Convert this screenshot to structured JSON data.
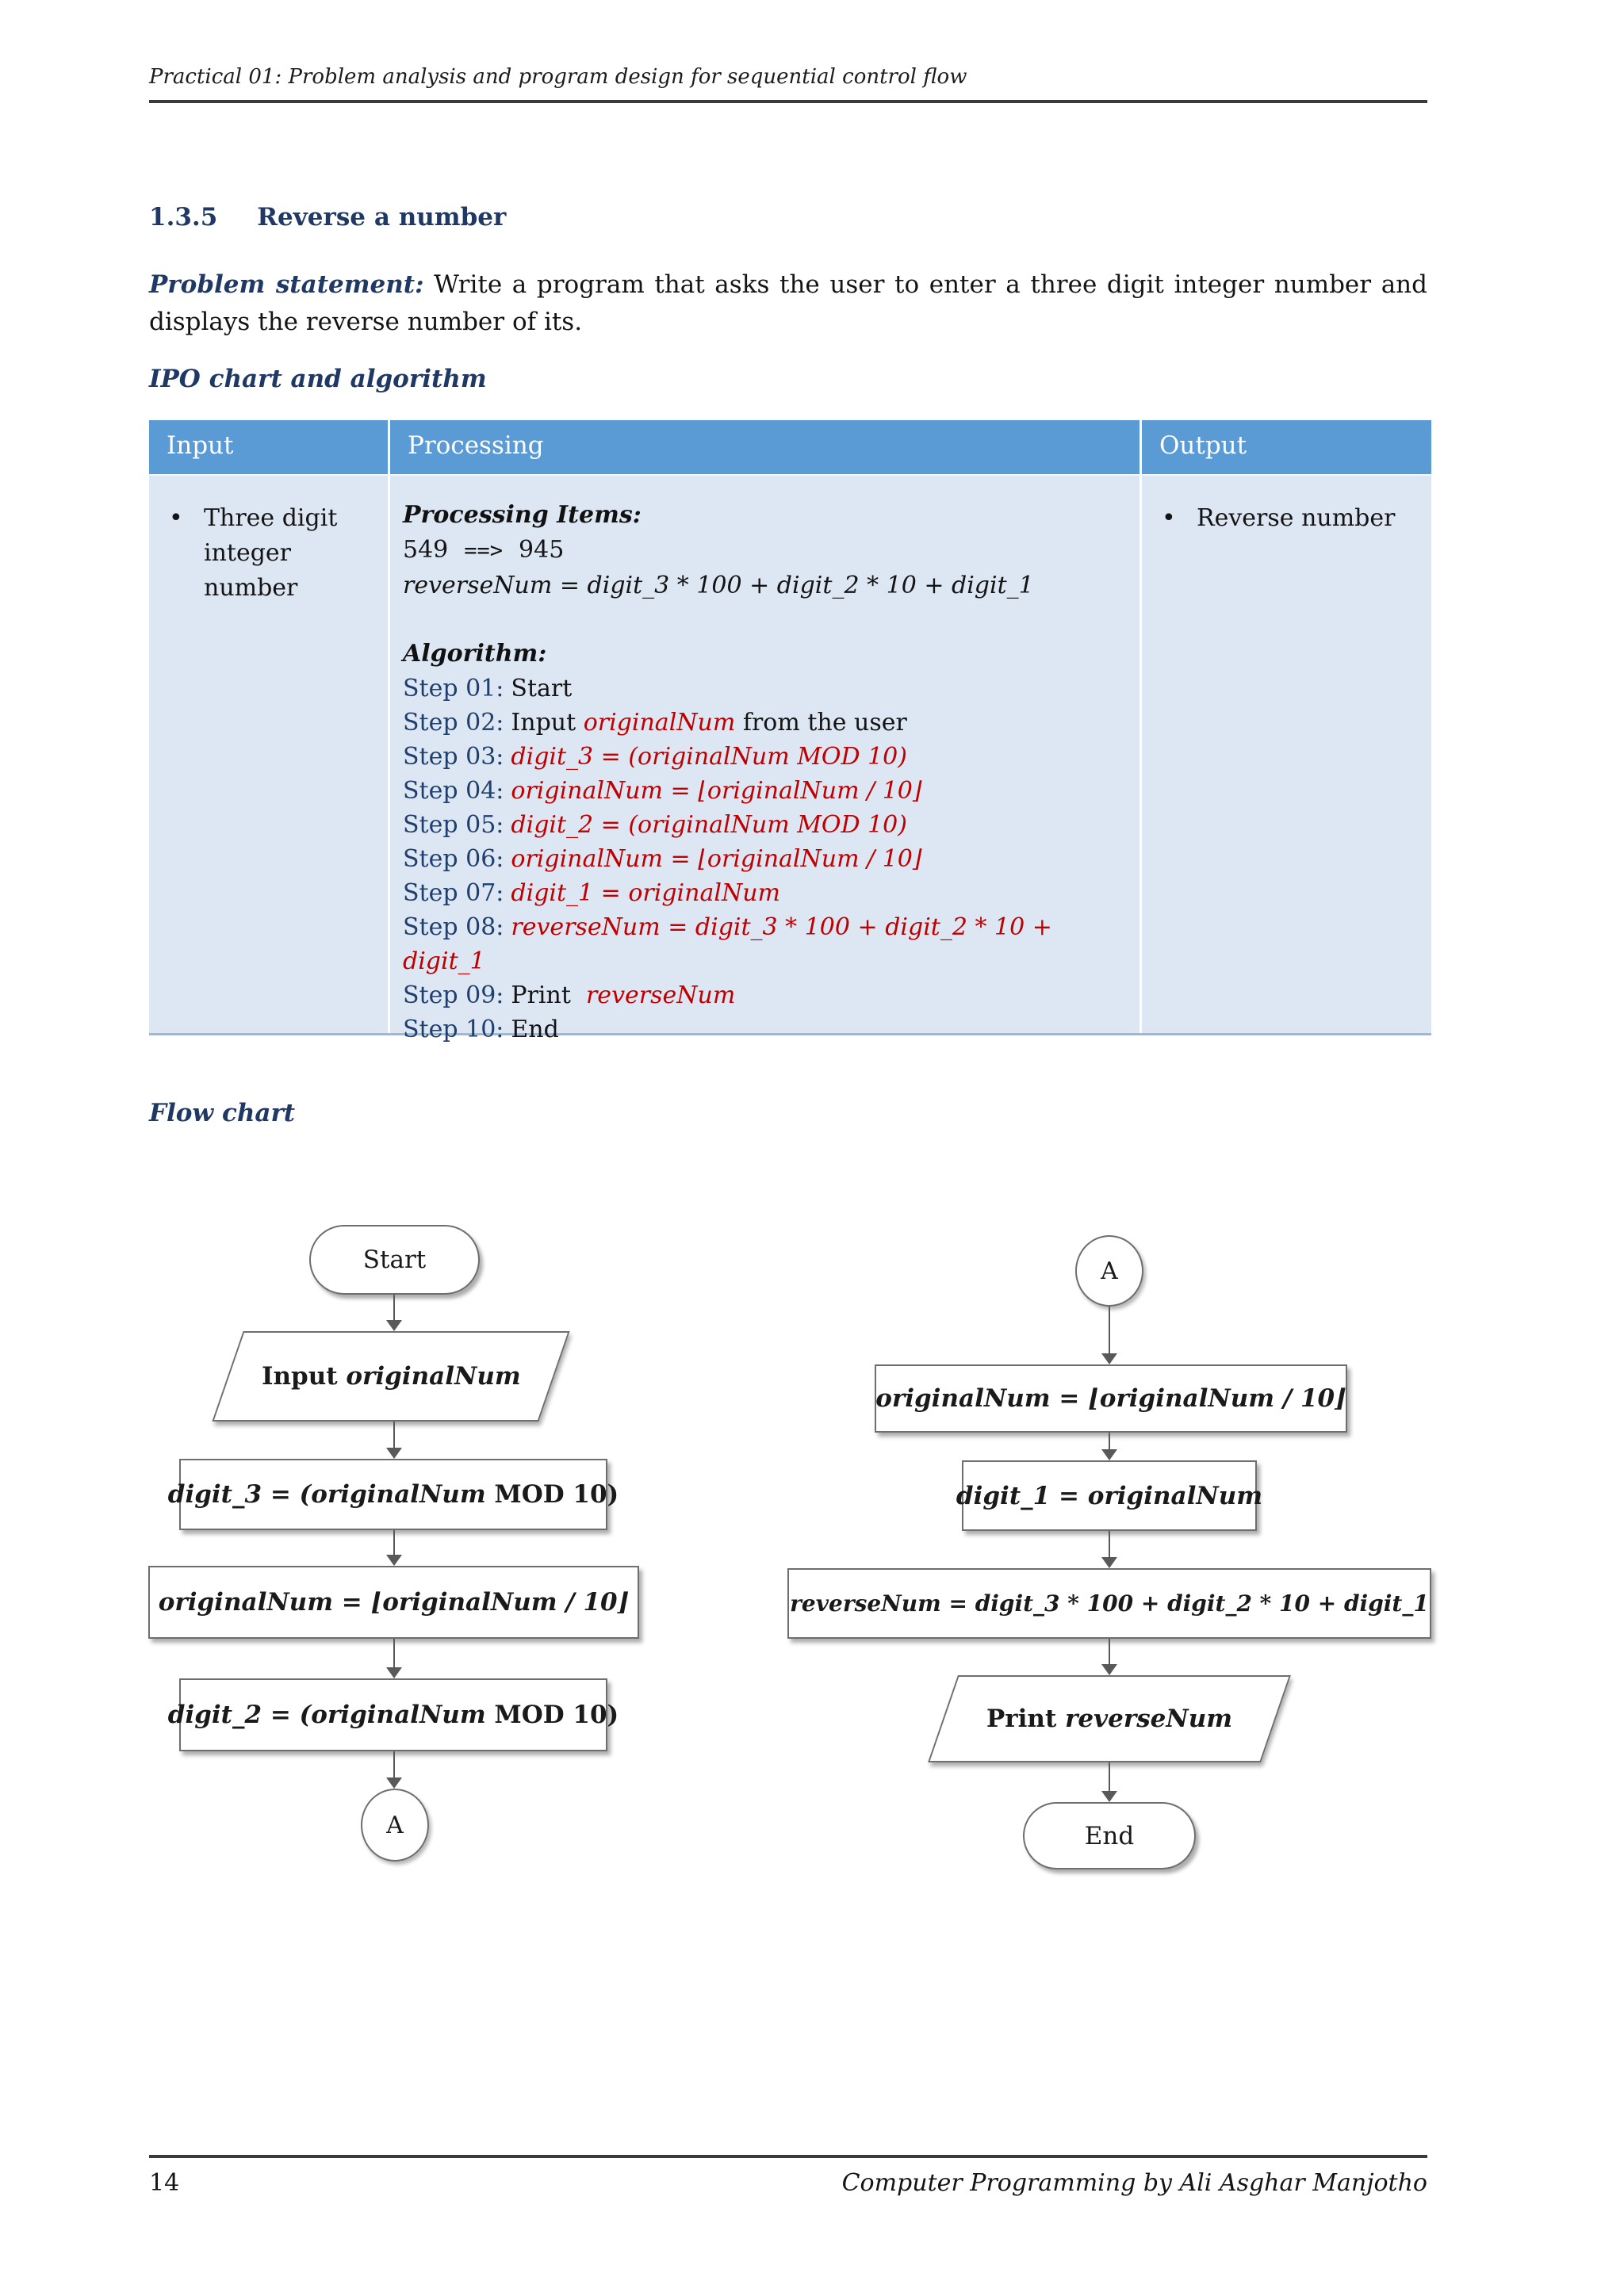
{
  "page": {
    "header_text": "Practical 01: Problem analysis and program design for sequential control flow",
    "footer_page_number": "14",
    "footer_credit": "Computer Programming by Ali Asghar Manjotho"
  },
  "section": {
    "number": "1.3.5",
    "title": "Reverse a number"
  },
  "problem": {
    "label": "Problem statement:",
    "line1_rest": " Write a program that asks the user to enter a three digit integer number and",
    "line2": "displays the reverse number of its."
  },
  "headings": {
    "ipo": "IPO chart and algorithm",
    "flowchart": "Flow chart"
  },
  "ipo_table": {
    "columns": {
      "input_header": "Input",
      "processing_header": "Processing",
      "output_header": "Output"
    },
    "input": {
      "bullet": "•",
      "item": "Three digit integer number"
    },
    "output": {
      "bullet": "•",
      "item": "Reverse number"
    },
    "processing": {
      "items_label": "Processing Items:",
      "example_left": "549",
      "example_arrow": "==>",
      "example_right": "945",
      "formula": "reverseNum = digit_3 * 100 + digit_2 * 10 + digit_1",
      "algorithm_label": "Algorithm:",
      "steps": [
        {
          "label": "Step 01:",
          "parts": [
            {
              "text": "Start",
              "cls": "seg"
            }
          ]
        },
        {
          "label": "Step 02:",
          "parts": [
            {
              "text": "Input ",
              "cls": "seg"
            },
            {
              "text": "originalNum",
              "cls": "seg red"
            },
            {
              "text": " from the user",
              "cls": "seg"
            }
          ]
        },
        {
          "label": "Step 03:",
          "parts": [
            {
              "text": "digit_3 = (originalNum MOD 10)",
              "cls": "seg red"
            }
          ]
        },
        {
          "label": "Step 04:",
          "parts": [
            {
              "text": "originalNum = ⌊originalNum / 10⌋",
              "cls": "seg red"
            }
          ]
        },
        {
          "label": "Step 05:",
          "parts": [
            {
              "text": "digit_2 = (originalNum MOD 10)",
              "cls": "seg red"
            }
          ]
        },
        {
          "label": "Step 06:",
          "parts": [
            {
              "text": "originalNum = ⌊originalNum / 10⌋",
              "cls": "seg red"
            }
          ]
        },
        {
          "label": "Step 07:",
          "parts": [
            {
              "text": "digit_1 = originalNum",
              "cls": "seg red"
            }
          ]
        },
        {
          "label": "Step 08:",
          "parts": [
            {
              "text": "reverseNum = digit_3 * 100 + digit_2 * 10 + digit_1",
              "cls": "seg red"
            }
          ]
        },
        {
          "label": "Step 09:",
          "parts": [
            {
              "text": "Print  ",
              "cls": "seg"
            },
            {
              "text": "reverseNum",
              "cls": "seg red"
            }
          ]
        },
        {
          "label": "Step 10:",
          "parts": [
            {
              "text": "End",
              "cls": "seg"
            }
          ]
        }
      ]
    }
  },
  "flowchart": {
    "left": {
      "start": "Start",
      "input_prefix": "Input ",
      "input_var": "originalNum",
      "digit3_var": "digit_3 = (originalNum ",
      "digit3_plain": "MOD 10)",
      "orignum": "originalNum = ⌊originalNum / 10⌋",
      "digit2_var": "digit_2 = (originalNum ",
      "digit2_plain": "MOD 10)",
      "connector": "A"
    },
    "right": {
      "connector": "A",
      "orignum": "originalNum = ⌊originalNum / 10⌋",
      "digit1": "digit_1 = originalNum",
      "reversenum": "reverseNum = digit_3 * 100 + digit_2 * 10 + digit_1",
      "print_prefix": "Print ",
      "print_var": "reverseNum",
      "end": "End"
    }
  },
  "colors": {
    "heading_navy": "#1f3864",
    "step_navy": "#1f3f6e",
    "algorithm_red": "#c00000",
    "table_header_blue": "#5b9bd5",
    "table_body_blue": "#dde7f3",
    "rule_dark": "#3a3a3a"
  }
}
